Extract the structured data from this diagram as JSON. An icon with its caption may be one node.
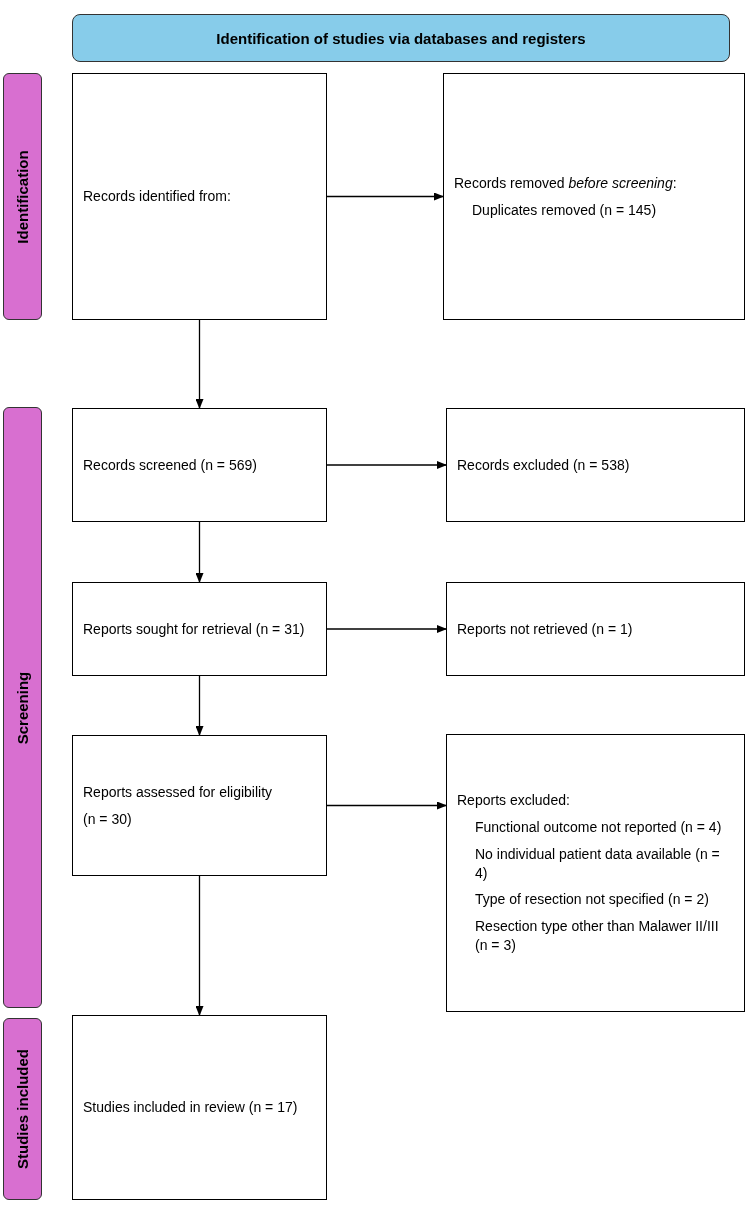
{
  "diagram": {
    "nodes": [
      {
        "text": [
          "Identification of studies via databases and registers"
        ]
      },
      {
        "text": [
          "Identification"
        ]
      },
      {
        "text": [
          "Records identified from:"
        ]
      },
      {
        "text": [
          "Records removed *before screening*:",
          "Duplicates removed (n = 145)"
        ]
      },
      {
        "text": [
          "Screening"
        ]
      },
      {
        "text": [
          "Records screened (n = 569)"
        ]
      },
      {
        "text": [
          "Records excluded (n = 538)"
        ]
      },
      {
        "text": [
          "Reports sought for retrieval (n = 31)"
        ]
      },
      {
        "text": [
          "Reports not retrieved (n = 1)"
        ]
      },
      {
        "text": [
          "Reports assessed for eligibility",
          "(n = 30)"
        ]
      },
      {
        "text": [
          "Reports excluded:",
          "Functional outcome not reported (n = 4)",
          "No individual patient data available (n = 4)",
          "Type of resection not specified (n = 2)",
          "Resection type other than Malawer II/III (n = 3)"
        ]
      },
      {
        "text": [
          "Studies included"
        ]
      },
      {
        "text": [
          "Studies included in review (n = 17)"
        ]
      }
    ],
    "edges": [
      {
        "from": 2,
        "to": 3,
        "arrow": "to"
      },
      {
        "from": 2,
        "to": 5,
        "arrow": "to"
      },
      {
        "from": 5,
        "to": 6,
        "arrow": "to"
      },
      {
        "from": 5,
        "to": 7,
        "arrow": "to"
      },
      {
        "from": 7,
        "to": 8,
        "arrow": "to"
      },
      {
        "from": 7,
        "to": 9,
        "arrow": "to"
      },
      {
        "from": 9,
        "to": 10,
        "arrow": "to"
      },
      {
        "from": 9,
        "to": 12,
        "arrow": "to"
      }
    ]
  }
}
